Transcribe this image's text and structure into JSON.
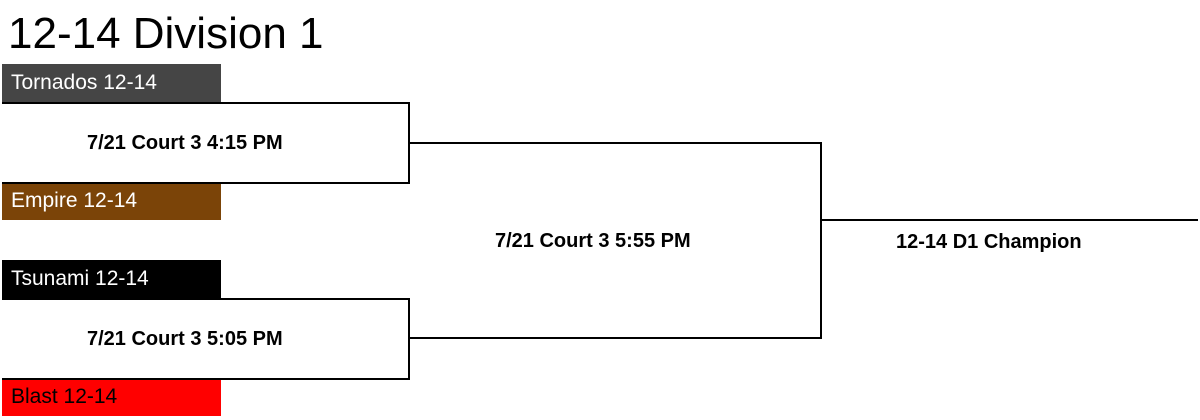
{
  "title": "12-14 Division 1",
  "teams": [
    {
      "name": "Tornados 12-14",
      "color": "#454545"
    },
    {
      "name": "Empire 12-14",
      "color": "#7b4408"
    },
    {
      "name": "Tsunami 12-14",
      "color": "#000000"
    },
    {
      "name": "Blast 12-14",
      "color": "#ff0000"
    }
  ],
  "games": {
    "semi1": "7/21 Court 3 4:15 PM",
    "semi2": "7/21 Court 3 5:05 PM",
    "final": "7/21 Court 3 5:55 PM"
  },
  "champion_label": "12-14 D1 Champion"
}
